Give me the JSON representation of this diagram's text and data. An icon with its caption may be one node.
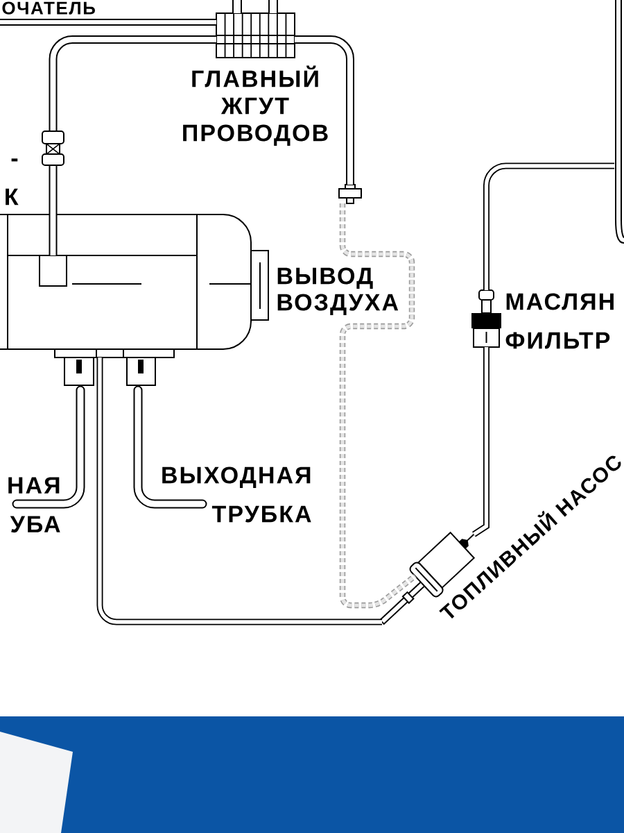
{
  "diagram": {
    "nodes": [
      {
        "text": [
          "ГЛАВНЫЙ ЖГУТ ПРОВОДОВ"
        ]
      },
      {
        "text": [],
        "shape": "box"
      },
      {
        "text": [],
        "shape": "box"
      },
      {
        "text": [],
        "shape": "box"
      },
      {
        "text": [],
        "shape": "box",
        "in": 3
      },
      {
        "text": [
          "ВЫВОД ВОЗДУХА"
        ]
      },
      {
        "text": [
          "МАСЛЯН ФИЛЬТР"
        ]
      },
      {
        "text": [
          "НАЯ УБА"
        ]
      },
      {
        "text": [
          "ВЫХОДНАЯ ТРУБКА"
        ]
      },
      {
        "text": [
          "ТОПЛИВНЫЙ НАСОС"
        ]
      }
    ],
    "edges": [
      {
        "from": 0,
        "to": 4,
        "arrow": "none"
      },
      {
        "from": 0,
        "to": 2,
        "arrow": "none"
      },
      {
        "from": 2,
        "to": 9,
        "arrow": "none",
        "style": "dashed",
        "color": "#9a9a9a"
      },
      {
        "from": 1,
        "to": 6,
        "arrow": "none"
      },
      {
        "from": 6,
        "to": 9,
        "arrow": "none"
      },
      {
        "from": 9,
        "to": 3,
        "arrow": "none"
      },
      {
        "from": 0,
        "to": null,
        "arrow": "none"
      },
      {
        "from": 0,
        "to": null,
        "arrow": "none"
      },
      {
        "from": 0,
        "to": null,
        "arrow": "none"
      }
    ],
    "labels": [
      "ОЧАТЕЛЬ",
      "- К"
    ]
  }
}
